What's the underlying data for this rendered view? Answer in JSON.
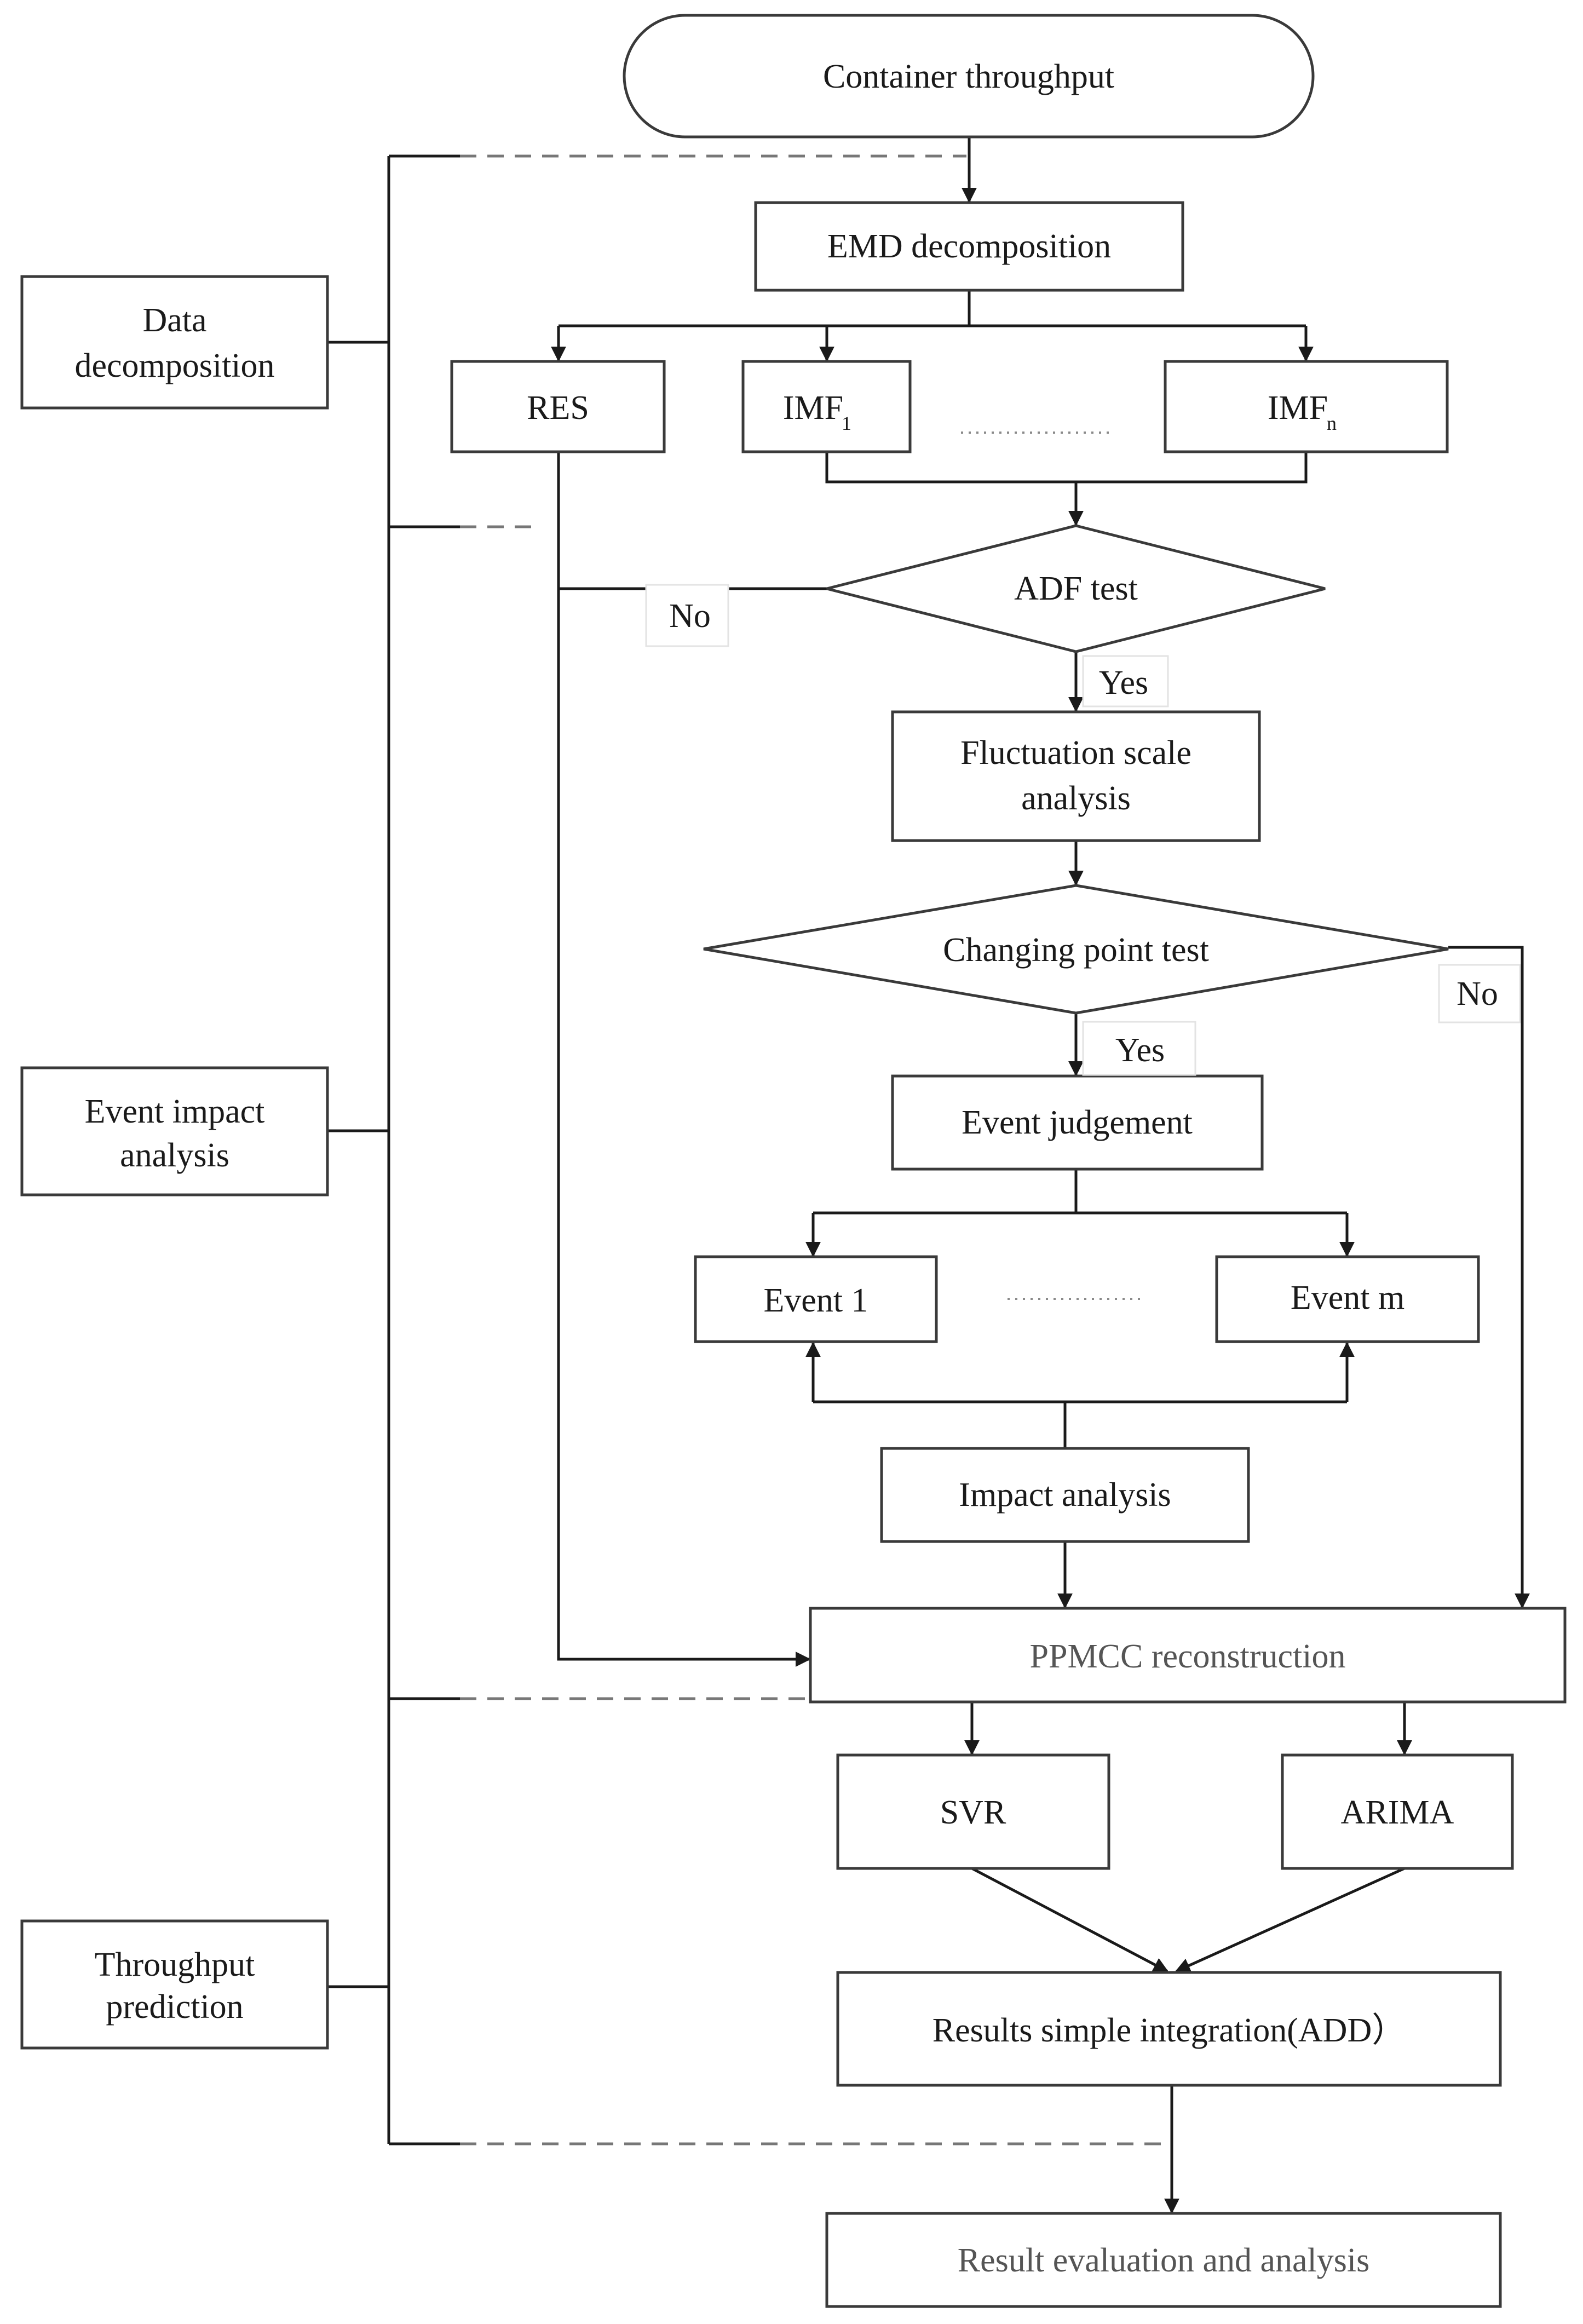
{
  "nodes": {
    "container_throughput": "Container throughput",
    "emd_decomposition": "EMD decomposition",
    "res": "RES",
    "imf_1_base": "IMF",
    "imf_1_sub": "1",
    "imf_n_base": "IMF",
    "imf_n_sub": "n",
    "adf_test": "ADF test",
    "fluctuation_line1": "Fluctuation scale",
    "fluctuation_line2": "analysis",
    "changing_point_test": "Changing point test",
    "event_judgement": "Event judgement",
    "event_1": "Event 1",
    "event_m": "Event m",
    "impact_analysis": "Impact analysis",
    "ppmcc_reconstruction": "PPMCC reconstruction",
    "svr": "SVR",
    "arima": "ARIMA",
    "results_integration": "Results simple integration(ADD）",
    "result_evaluation": "Result evaluation and analysis"
  },
  "edge_labels": {
    "adf_no": "No",
    "adf_yes": "Yes",
    "cpt_no": "No",
    "cpt_yes": "Yes"
  },
  "stages": {
    "data_decomposition_line1": "Data",
    "data_decomposition_line2": "decomposition",
    "event_impact_line1": "Event impact",
    "event_impact_line2": "analysis",
    "throughput_prediction_line1": "Throughput",
    "throughput_prediction_line2": "prediction"
  }
}
